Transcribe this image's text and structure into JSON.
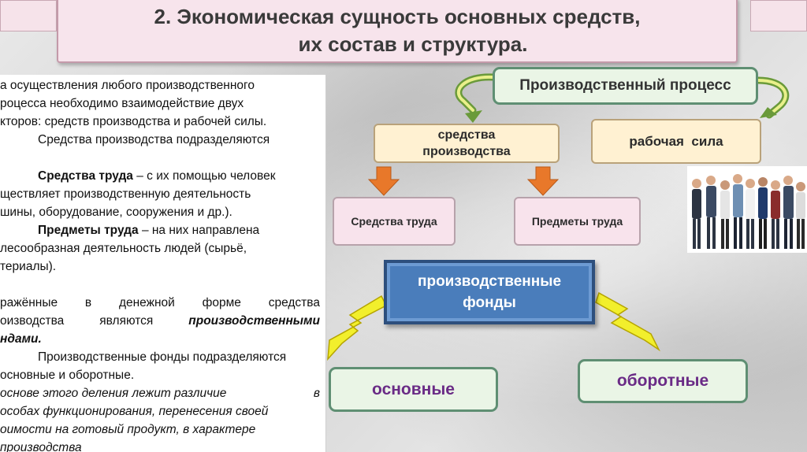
{
  "slide": {
    "title_line1": "2. Экономическая сущность основных средств,",
    "title_line2": "их состав и структура."
  },
  "text_panel": {
    "p1_l1": "а осуществления любого производственного",
    "p1_l2": "роцесса необходимо взаимодействие двух",
    "p1_l3": "кторов: средств производства и рабочей силы.",
    "p2": "Средства производства подразделяются",
    "p3_bold": "Средства труда",
    "p3_l1": " – с их помощью человек",
    "p3_l2": "ществляет производственную деятельность",
    "p3_l3": "шины, оборудование, сооружения и др.).",
    "p4_bold": "Предметы труда",
    "p4_l1": " – на них направлена",
    "p4_l2": "лесообразная деятельность людей (сырьё,",
    "p4_l3": "териалы).",
    "p5_w1": "ражённые",
    "p5_w2": "в",
    "p5_w3": "денежной",
    "p5_w4": "форме",
    "p5_w5": "средства",
    "p5_l2a": "оизводства",
    "p5_l2b": "являются",
    "p5_l2c": "производственными",
    "p5_l3": "ндами.",
    "p6_l1": "Производственные фонды подразделяются",
    "p6_l2": "основные и оборотные.",
    "p7_l1a": "основе этого деления лежит различие",
    "p7_l1b": "в",
    "p7_l2": "особах функционирования, перенесения своей",
    "p7_l3": "оимости на готовый продукт, в характере",
    "p7_l4": "производства"
  },
  "diagram": {
    "process": "Производственный процесс",
    "means_line1": "средства",
    "means_line2": "производства",
    "labor": "рабочая  сила",
    "tools": "Средства труда",
    "objects": "Предметы труда",
    "funds_line1": "производственные",
    "funds_line2": "фонды",
    "fixed": "основные",
    "working": "оборотные"
  },
  "colors": {
    "banner_bg": "#f7e4ec",
    "green_box_bg": "#eaf5e6",
    "green_border": "#5f8f73",
    "cream_box_bg": "#fff1d2",
    "pink_box_bg": "#f8e3ec",
    "funds_blue": "#4a7dbb",
    "arrow_orange": "#e8782a",
    "lightning_yellow": "#f2ef2c",
    "purple_text": "#6a2b86"
  },
  "icons": {
    "curved_arrow_left": "curved-arrow-left-icon",
    "curved_arrow_right": "curved-arrow-right-icon",
    "down_arrow": "down-arrow-icon",
    "lightning": "lightning-bolt-icon",
    "people": "group-of-people-image"
  }
}
